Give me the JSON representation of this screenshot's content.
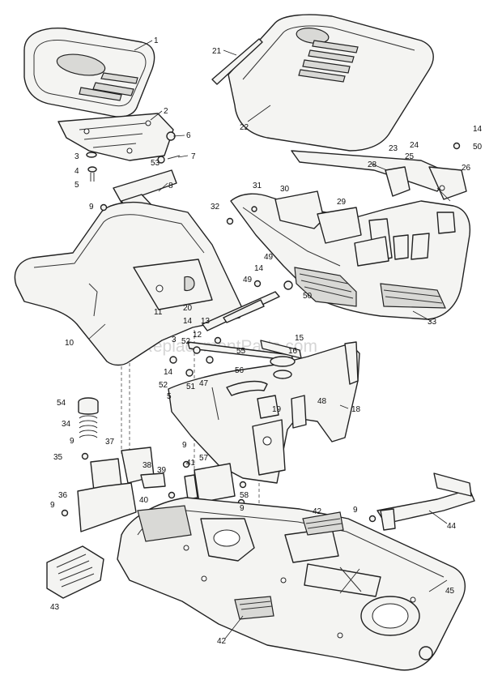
{
  "watermark": "eReplacementParts.com",
  "callouts": [
    "1",
    "2",
    "3",
    "4",
    "5",
    "6",
    "7",
    "53",
    "8",
    "9",
    "21",
    "22",
    "23",
    "24",
    "25",
    "14",
    "50",
    "28",
    "26",
    "31",
    "30",
    "29",
    "32",
    "33",
    "49",
    "14",
    "49",
    "50",
    "11",
    "20",
    "10",
    "13",
    "14",
    "3",
    "12",
    "52",
    "55",
    "56",
    "14",
    "47",
    "51",
    "52",
    "15",
    "16",
    "19",
    "48",
    "18",
    "5",
    "54",
    "34",
    "9",
    "37",
    "35",
    "38",
    "39",
    "40",
    "36",
    "9",
    "41",
    "57",
    "9",
    "58",
    "9",
    "42",
    "9",
    "44",
    "43",
    "45",
    "42"
  ]
}
